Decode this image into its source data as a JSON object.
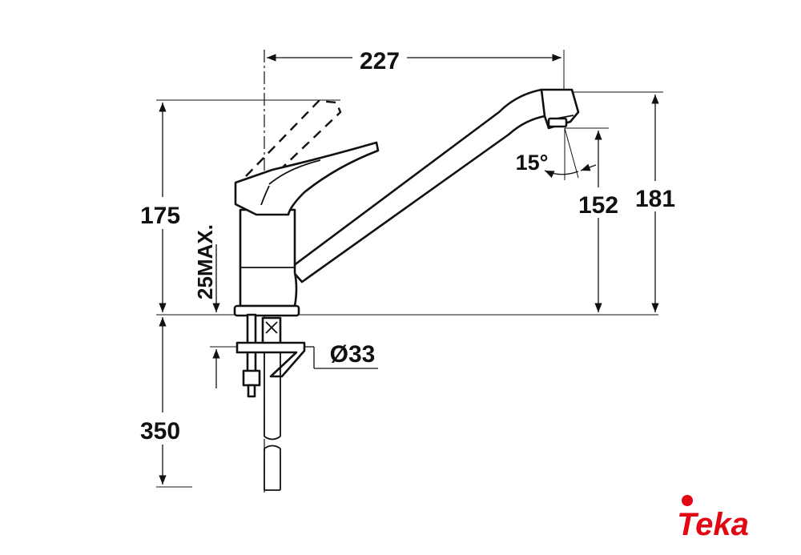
{
  "dimensions": {
    "spout_reach": "227",
    "body_height": "175",
    "spout_outlet_height": "152",
    "total_height": "181",
    "deck_thickness": "25MAX.",
    "hole_diameter": "Ø33",
    "hose_length": "350",
    "spout_angle": "15°"
  },
  "brand": {
    "logo_text": "Teka",
    "logo_color": "#e30613",
    "logo_icon": "teka-logo-icon"
  },
  "colors": {
    "line": "#111111",
    "background": "#ffffff"
  }
}
